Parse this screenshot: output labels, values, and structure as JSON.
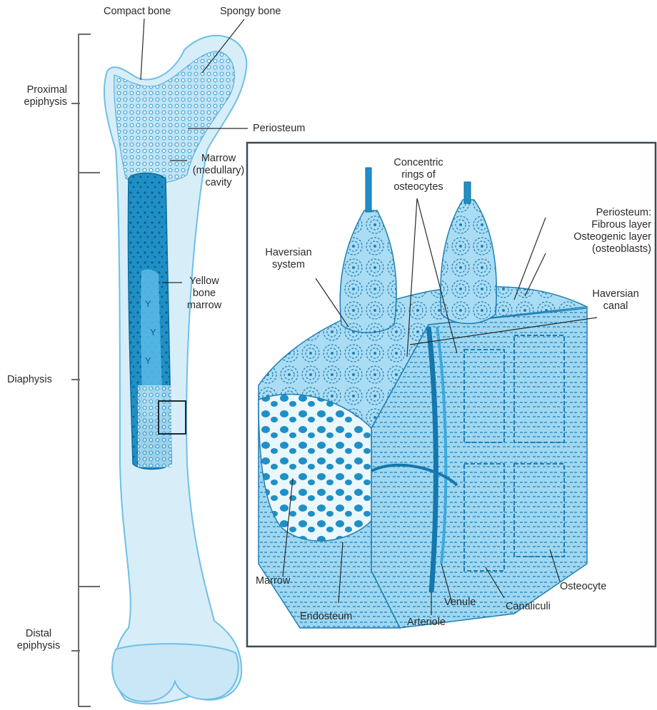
{
  "labels": {
    "compact_bone": "Compact bone",
    "spongy_bone": "Spongy bone",
    "proximal_epiphysis": "Proximal\nepiphysis",
    "periosteum": "Periosteum",
    "marrow_cavity": "Marrow\n(medullary)\ncavity",
    "yellow_bone_marrow": "Yellow\nbone\nmarrow",
    "diaphysis": "Diaphysis",
    "distal_epiphysis": "Distal\nepiphysis",
    "concentric_rings": "Concentric\nrings of\nosteocytes",
    "periosteum_layers": "Periosteum:\nFibrous layer\nOsteogenic layer\n(osteoblasts)",
    "haversian_system": "Haversian\nsystem",
    "haversian_canal": "Haversian\ncanal",
    "marrow": "Marrow",
    "endosteum": "Endosteum",
    "arteriole": "Arteriole",
    "venule": "Venule",
    "canaliculi": "Canaliculi",
    "osteocyte": "Osteocyte"
  },
  "colors": {
    "bone_light": "#cfe9f7",
    "bone_mid": "#8fd0ee",
    "bone_dark": "#1f8fc6",
    "marrow_dark": "#0d6e9e",
    "line": "#2a2a2a",
    "frame": "#3b4a54"
  }
}
